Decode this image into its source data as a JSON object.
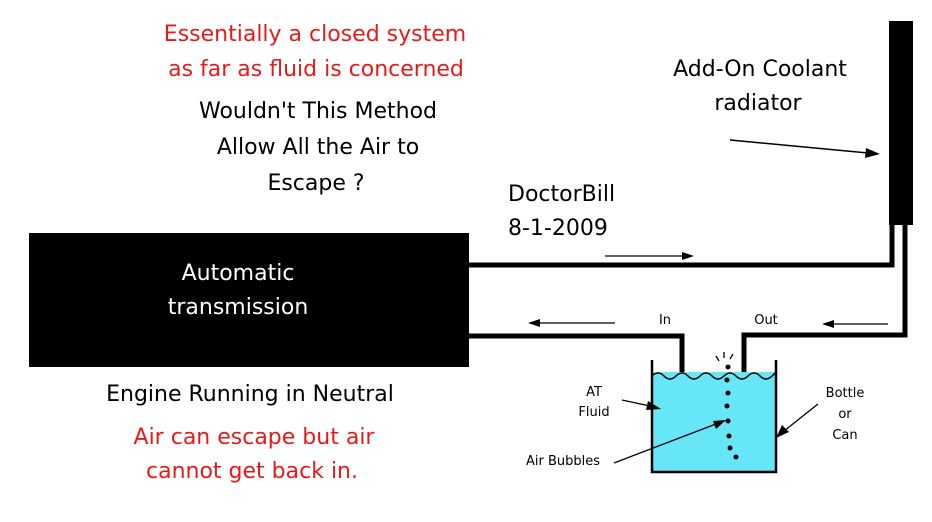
{
  "header": {
    "line1": "Essentially a closed system",
    "line2": "as far as fluid is concerned"
  },
  "question": {
    "line1": "Wouldn't This Method",
    "line2": "Allow All the Air to",
    "line3": "Escape ?"
  },
  "author": {
    "name": "DoctorBill",
    "date": "8-1-2009"
  },
  "radiator": {
    "line1": "Add-On Coolant",
    "line2": "radiator"
  },
  "transmission": {
    "line1": "Automatic",
    "line2": "transmission"
  },
  "engine_state": "Engine Running in Neutral",
  "note": {
    "line1": "Air can escape but air",
    "line2": "cannot get back in."
  },
  "container": {
    "in_label": "In",
    "out_label": "Out",
    "fluid_label_1": "AT",
    "fluid_label_2": "Fluid",
    "bubbles_label": "Air Bubbles",
    "bottle_1": "Bottle",
    "bottle_2": "or",
    "bottle_3": "Can"
  },
  "colors": {
    "text_red": "#e51b1b",
    "fluid": "#66e6f7",
    "block": "#000000"
  }
}
